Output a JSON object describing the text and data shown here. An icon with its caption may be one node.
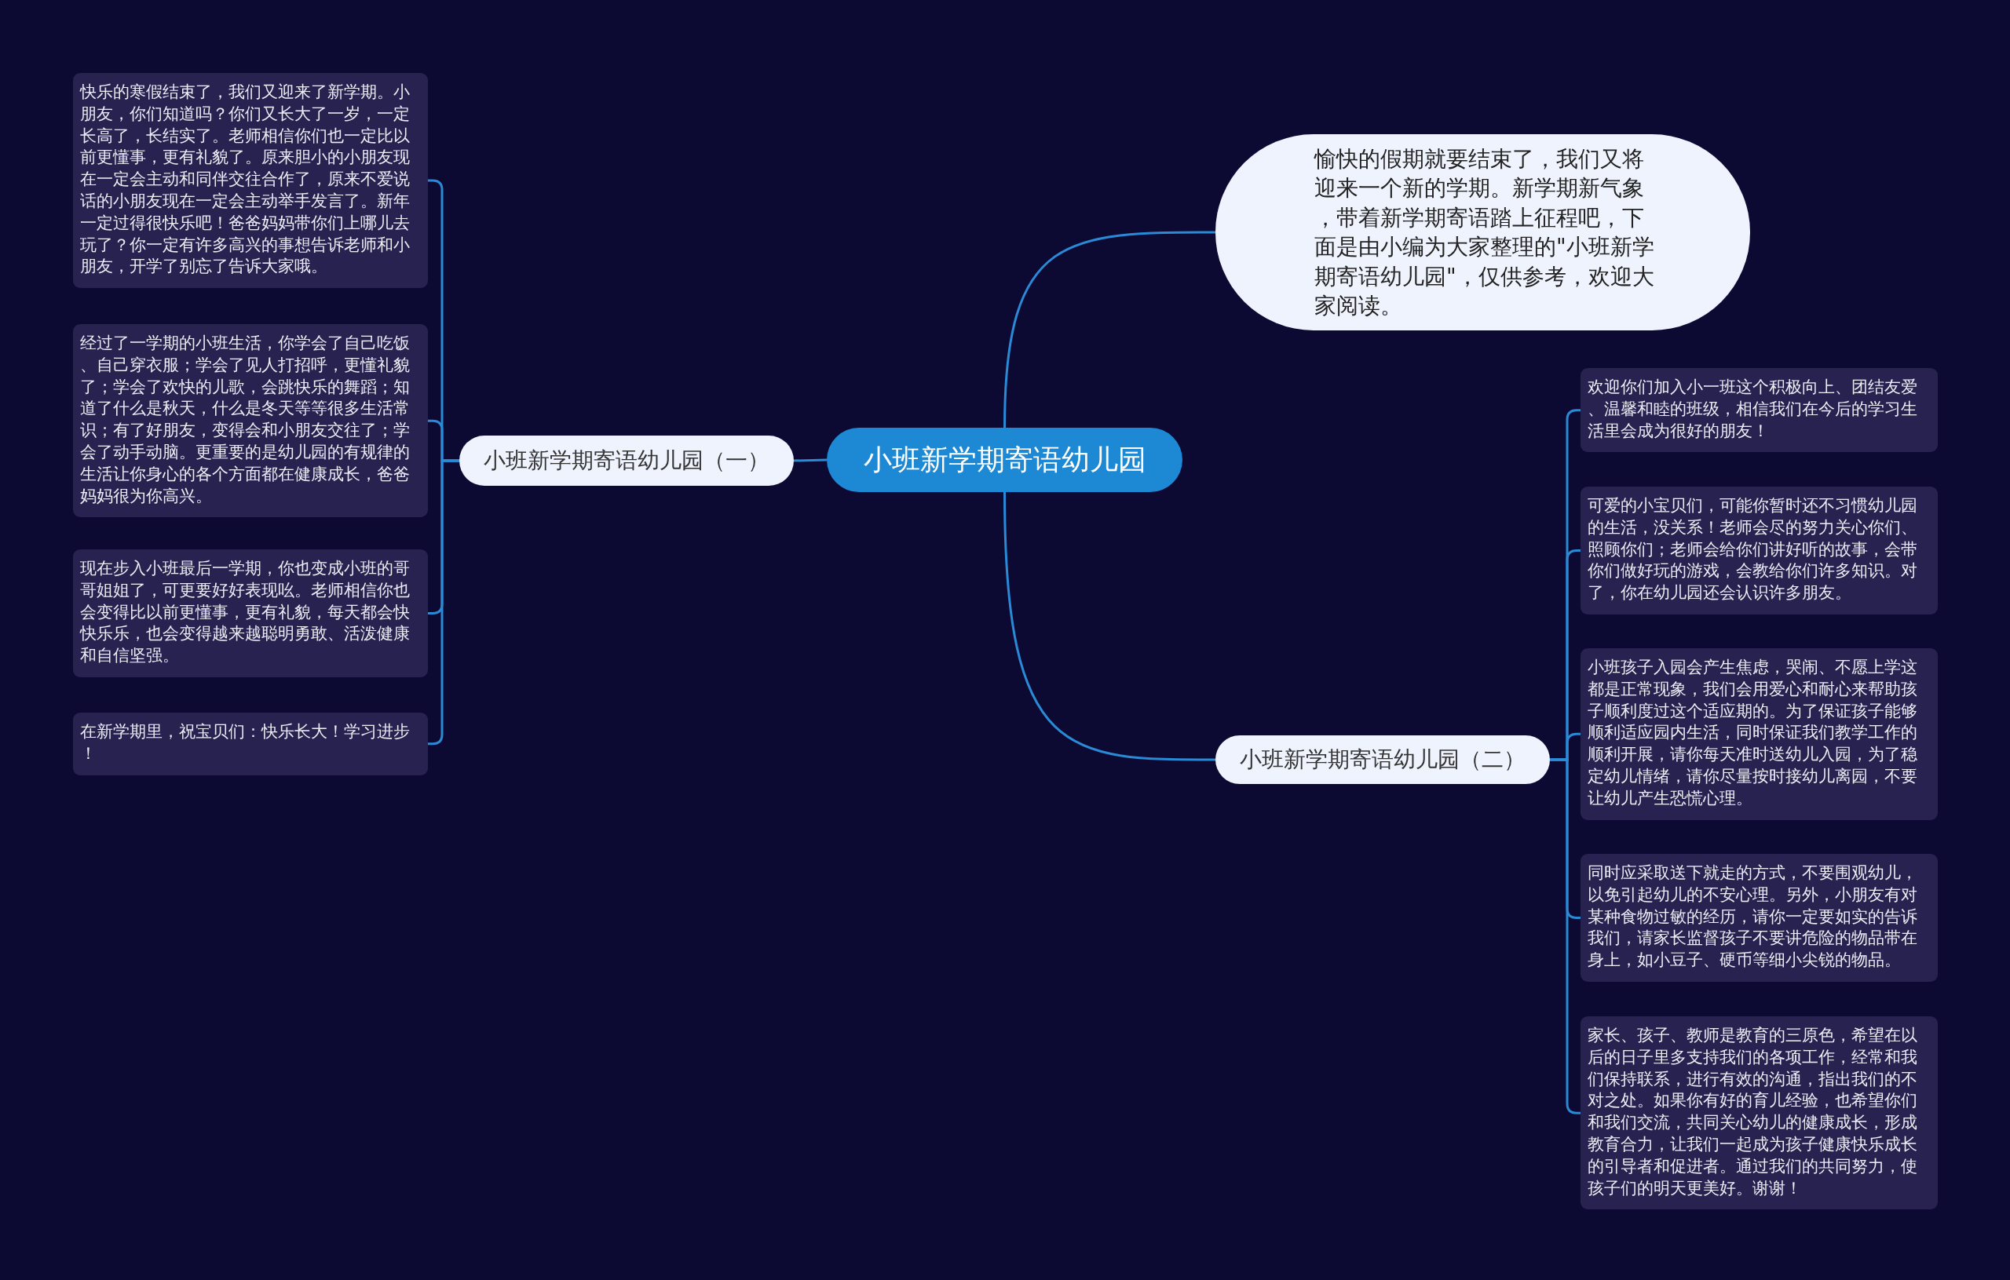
{
  "diagram": {
    "nodes": [
      {
        "text": [
          "小班新学期寄语幼儿园"
        ]
      },
      {
        "text": [
          "愉快的假期就要结束了，我们又将迎来一个新的学期。新学期新气象，带着新学期寄语踏上征程吧，下面是由小编为大家整理的\"小班新学期寄语幼儿园\"，仅供参考，欢迎大家阅读。"
        ]
      },
      {
        "text": [
          "小班新学期寄语幼儿园（一）"
        ]
      },
      {
        "text": [
          "快乐的寒假结束了，我们又迎来了新学期。小朋友，你们知道吗？你们又长大了一岁，一定长高了，长结实了。老师相信你们也一定比以前更懂事，更有礼貌了。原来胆小的小朋友现在一定会主动和同伴交往合作了，原来不爱说话的小朋友现在一定会主动举手发言了。新年一定过得很快乐吧！爸爸妈妈带你们上哪儿去玩了？你一定有许多高兴的事想告诉老师和小朋友，开学了别忘了告诉大家哦。"
        ]
      },
      {
        "text": [
          "经过了一学期的小班生活，你学会了自己吃饭、自己穿衣服；学会了见人打招呼，更懂礼貌了；学会了欢快的儿歌，会跳快乐的舞蹈；知道了什么是秋天，什么是冬天等等很多生活常识；有了好朋友，变得会和小朋友交往了；学会了动手动脑。更重要的是幼儿园的有规律的生活让你身心的各个方面都在健康成长，爸爸妈妈很为你高兴。"
        ]
      },
      {
        "text": [
          "现在步入小班最后一学期，你也变成小班的哥哥姐姐了，可更要好好表现吆。老师相信你也会变得比以前更懂事，更有礼貌，每天都会快快乐乐，也会变得越来越聪明勇敢、活泼健康和自信坚强。"
        ]
      },
      {
        "text": [
          "在新学期里，祝宝贝们：快乐长大！学习进步！"
        ]
      },
      {
        "text": [
          "小班新学期寄语幼儿园（二）"
        ]
      },
      {
        "text": [
          "欢迎你们加入小一班这个积极向上、团结友爱、温馨和睦的班级，相信我们在今后的学习生活里会成为很好的朋友！"
        ]
      },
      {
        "text": [
          "可爱的小宝贝们，可能你暂时还不习惯幼儿园的生活，没关系！老师会尽的努力关心你们、照顾你们；老师会给你们讲好听的故事，会带你们做好玩的游戏，会教给你们许多知识。对了，你在幼儿园还会认识许多朋友。"
        ]
      },
      {
        "text": [
          "小班孩子入园会产生焦虑，哭闹、不愿上学这都是正常现象，我们会用爱心和耐心来帮助孩子顺利度过这个适应期的。为了保证孩子能够顺利适应园内生活，同时保证我们教学工作的顺利开展，请你每天准时送幼儿入园，为了稳定幼儿情绪，请你尽量按时接幼儿离园，不要让幼儿产生恐慌心理。"
        ]
      },
      {
        "text": [
          "同时应采取送下就走的方式，不要围观幼儿，以免引起幼儿的不安心理。另外，小朋友有对某种食物过敏的经历，请你一定要如实的告诉我们，请家长监督孩子不要讲危险的物品带在身上，如小豆子、硬币等细小尖锐的物品。"
        ]
      },
      {
        "text": [
          "家长、孩子、教师是教育的三原色，希望在以后的日子里多支持我们的各项工作，经常和我们保持联系，进行有效的沟通，指出我们的不对之处。如果你有好的育儿经验，也希望你们和我们交流，共同关心幼儿的健康成长，形成教育合力，让我们一起成为孩子健康快乐成长的引导者和促进者。通过我们的共同努力，使孩子们的明天更美好。谢谢！"
        ]
      }
    ],
    "edges": [
      {
        "from": 0,
        "to": 1,
        "arrow": "none"
      },
      {
        "from": 0,
        "to": 2,
        "arrow": "none"
      },
      {
        "from": 0,
        "to": 7,
        "arrow": "none"
      },
      {
        "from": 2,
        "to": 3,
        "arrow": "none"
      },
      {
        "from": 2,
        "to": 4,
        "arrow": "none"
      },
      {
        "from": 2,
        "to": 5,
        "arrow": "none"
      },
      {
        "from": 2,
        "to": 6,
        "arrow": "none"
      },
      {
        "from": 7,
        "to": 8,
        "arrow": "none"
      },
      {
        "from": 7,
        "to": 9,
        "arrow": "none"
      },
      {
        "from": 7,
        "to": 10,
        "arrow": "none"
      },
      {
        "from": 7,
        "to": 11,
        "arrow": "none"
      },
      {
        "from": 7,
        "to": 12,
        "arrow": "none"
      }
    ]
  }
}
